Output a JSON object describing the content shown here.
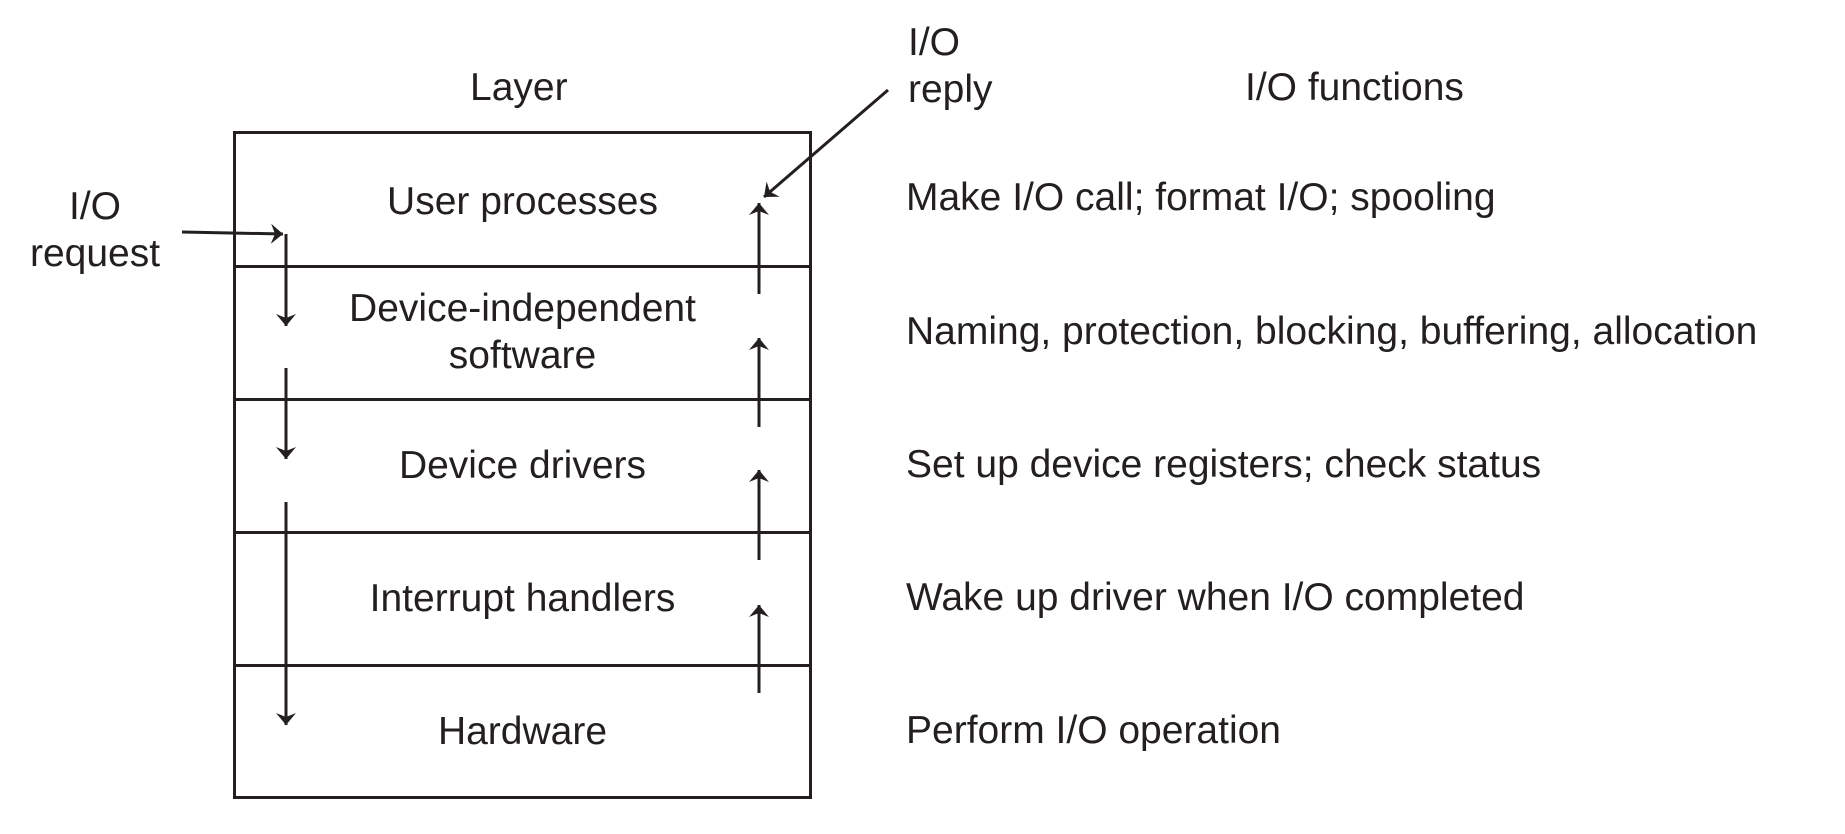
{
  "headers": {
    "layer": "Layer",
    "functions": "I/O functions"
  },
  "request_label": "I/O\nrequest",
  "reply_label": "I/O\nreply",
  "layers": [
    {
      "name": "User processes",
      "function": "Make I/O call; format I/O; spooling"
    },
    {
      "name": "Device-independent\nsoftware",
      "function": "Naming, protection, blocking, buffering, allocation"
    },
    {
      "name": "Device drivers",
      "function": "Set up device registers; check status"
    },
    {
      "name": "Interrupt handlers",
      "function": "Wake up driver when I/O completed"
    },
    {
      "name": "Hardware",
      "function": "Perform I/O operation"
    }
  ]
}
